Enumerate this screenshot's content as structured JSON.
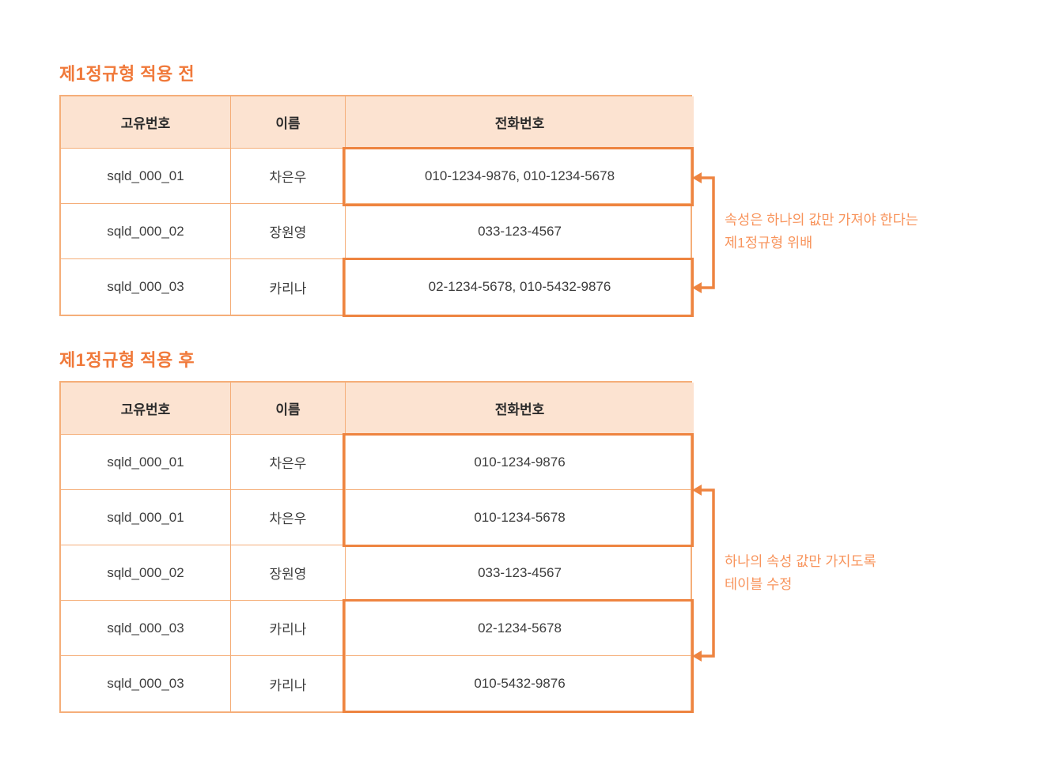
{
  "colors": {
    "accent_orange": "#EE8440",
    "light_border": "#F5AE79",
    "header_fill": "#FCE3D1",
    "title": "#F0793A",
    "annotation": "#F8945C",
    "cell_text": "#3C3C3C"
  },
  "before": {
    "title": "제1정규형 적용 전",
    "columns": [
      "고유번호",
      "이름",
      "전화번호"
    ],
    "rows": [
      [
        "sqld_000_01",
        "차은우",
        "010-1234-9876, 010-1234-5678"
      ],
      [
        "sqld_000_02",
        "장원영",
        "033-123-4567"
      ],
      [
        "sqld_000_03",
        "카리나",
        "02-1234-5678, 010-5432-9876"
      ]
    ],
    "annotation": {
      "line1": "속성은 하나의 값만 가져야 한다는",
      "line2": "제1정규형 위배"
    }
  },
  "after": {
    "title": "제1정규형 적용 후",
    "columns": [
      "고유번호",
      "이름",
      "전화번호"
    ],
    "rows": [
      [
        "sqld_000_01",
        "차은우",
        "010-1234-9876"
      ],
      [
        "sqld_000_01",
        "차은우",
        "010-1234-5678"
      ],
      [
        "sqld_000_02",
        "장원영",
        "033-123-4567"
      ],
      [
        "sqld_000_03",
        "카리나",
        "02-1234-5678"
      ],
      [
        "sqld_000_03",
        "카리나",
        "010-5432-9876"
      ]
    ],
    "annotation": {
      "line1": "하나의 속성 값만 가지도록",
      "line2": "테이블 수정"
    }
  }
}
